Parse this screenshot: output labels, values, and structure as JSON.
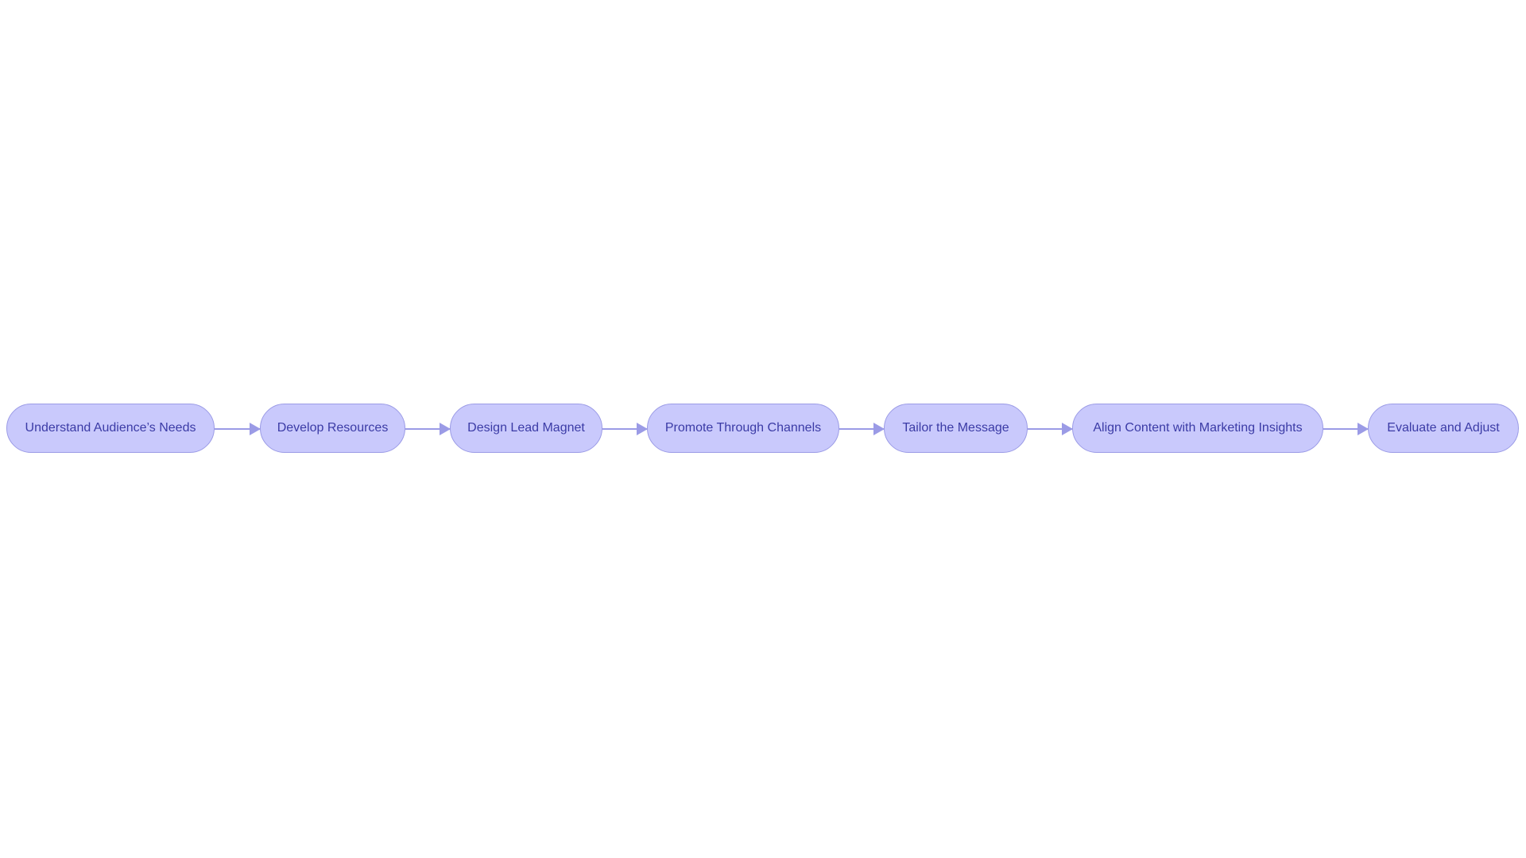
{
  "diagram": {
    "type": "flowchart",
    "direction": "left-to-right",
    "colors": {
      "node_fill": "#c9c9fc",
      "node_border": "#9b9be6",
      "node_text": "#3b3ba6",
      "edge": "#9b9be6",
      "background": "#ffffff"
    },
    "nodes": [
      {
        "id": "n1",
        "label": "Understand Audience’s Needs"
      },
      {
        "id": "n2",
        "label": "Develop Resources"
      },
      {
        "id": "n3",
        "label": "Design Lead Magnet"
      },
      {
        "id": "n4",
        "label": "Promote Through Channels"
      },
      {
        "id": "n5",
        "label": "Tailor the Message"
      },
      {
        "id": "n6",
        "label": "Align Content with Marketing Insights"
      },
      {
        "id": "n7",
        "label": "Evaluate and Adjust"
      }
    ],
    "edges": [
      {
        "from": "n1",
        "to": "n2"
      },
      {
        "from": "n2",
        "to": "n3"
      },
      {
        "from": "n3",
        "to": "n4"
      },
      {
        "from": "n4",
        "to": "n5"
      },
      {
        "from": "n5",
        "to": "n6"
      },
      {
        "from": "n6",
        "to": "n7"
      }
    ]
  }
}
